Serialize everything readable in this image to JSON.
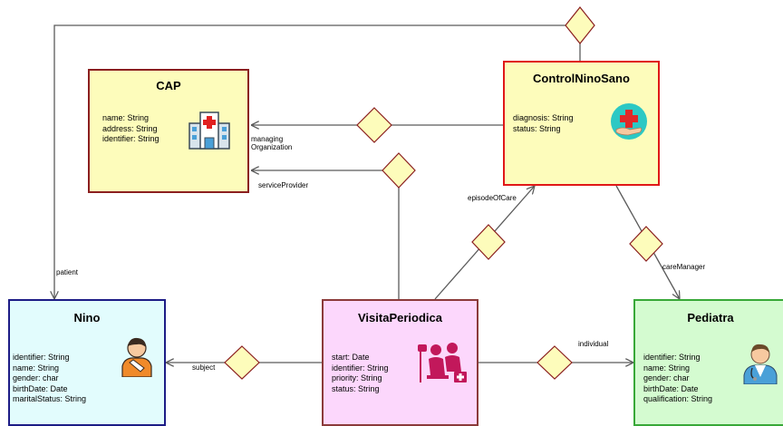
{
  "classes": {
    "cap": {
      "title": "CAP",
      "attributes": [
        "name: String",
        "address: String",
        "identifier: String"
      ],
      "icon": "hospital-icon"
    },
    "control": {
      "title": "ControlNinoSano",
      "attributes": [
        "diagnosis: String",
        "status: String"
      ],
      "icon": "health-care-hand-icon"
    },
    "nino": {
      "title": "Nino",
      "attributes": [
        "identifier: String",
        "name: String",
        "gender: char",
        "birthDate: Date",
        "maritalStatus: String"
      ],
      "icon": "child-patient-icon"
    },
    "visita": {
      "title": "VisitaPeriodica",
      "attributes": [
        "start: Date",
        "identifier: String",
        "priority: String",
        "status: String"
      ],
      "icon": "doctor-visit-icon"
    },
    "pediatra": {
      "title": "Pediatra",
      "attributes": [
        "identifier: String",
        "name: String",
        "gender: char",
        "birthDate: Date",
        "qualification: String"
      ],
      "icon": "doctor-icon"
    }
  },
  "relations": {
    "managing_org_line1": "managing",
    "managing_org_line2": "Organization",
    "service_provider": "serviceProvider",
    "episode_of_care": "episodeOfCare",
    "care_manager": "careManager",
    "patient": "patient",
    "subject": "subject",
    "individual": "individual"
  },
  "colors": {
    "diamond_fill": "#fdfcbb",
    "diamond_stroke": "#8b1f1f",
    "line": "#5a5a5a"
  }
}
